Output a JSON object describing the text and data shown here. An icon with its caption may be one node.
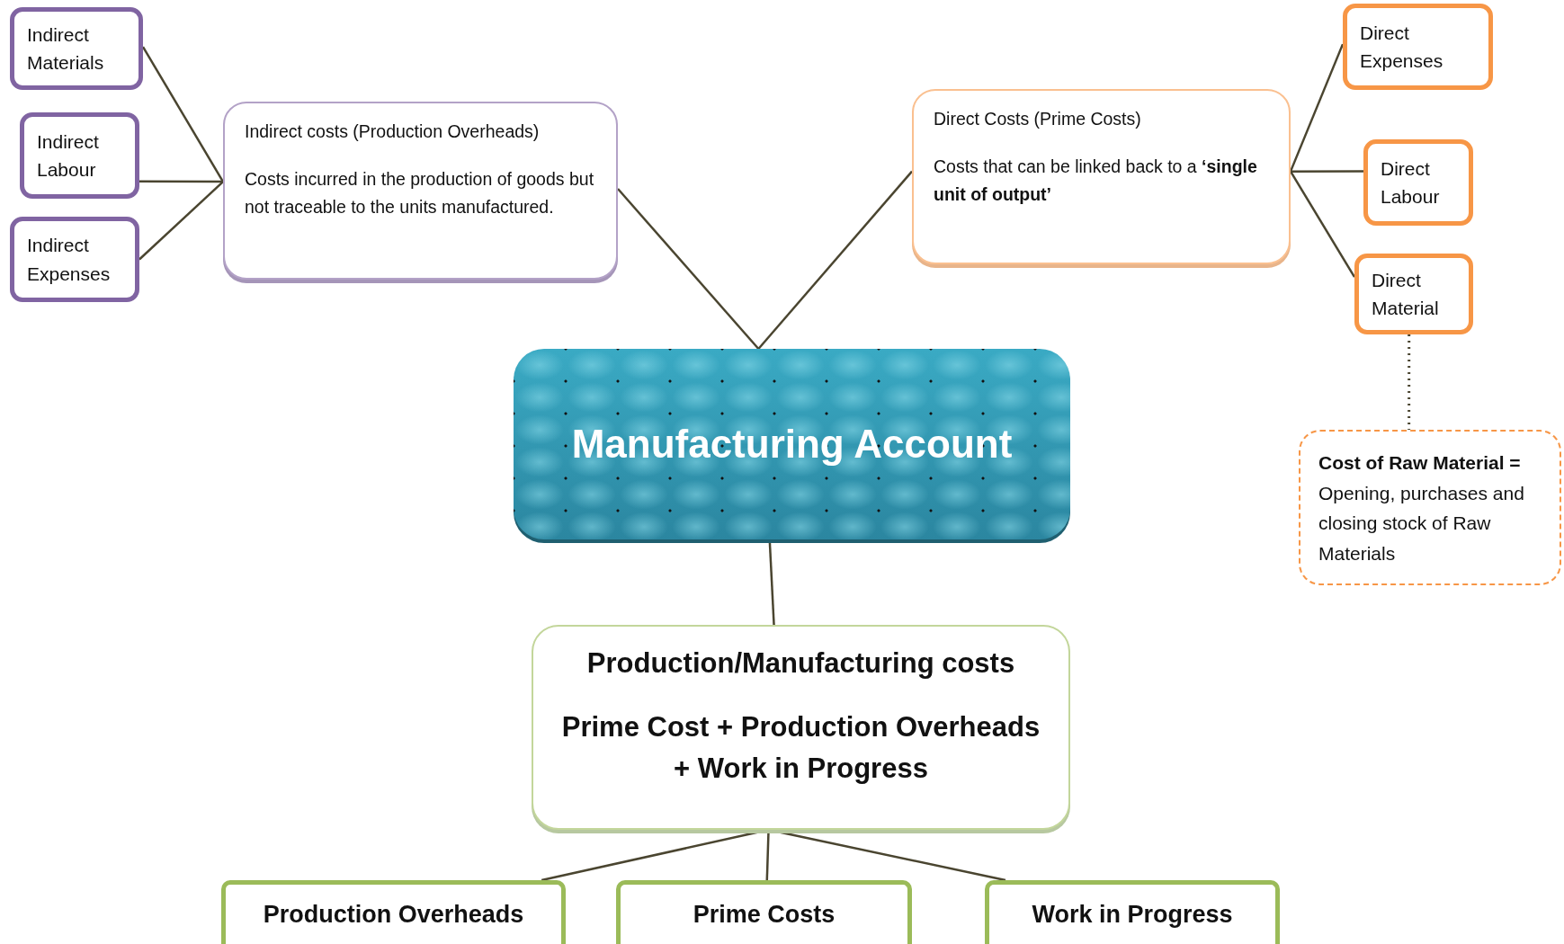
{
  "diagram": {
    "nodes": [
      {
        "text": [
          "Indirect Materials"
        ]
      },
      {
        "text": [
          "Indirect Labour"
        ]
      },
      {
        "text": [
          "Indirect Expenses"
        ]
      },
      {
        "text": [
          "Indirect costs (Production Overheads)",
          "Costs incurred in the production of goods but not traceable to the units manufactured."
        ]
      },
      {
        "text": [
          "Direct Costs (Prime Costs)",
          "Costs that can be linked back to a **‘single unit of output’**"
        ]
      },
      {
        "text": [
          "Direct Expenses"
        ]
      },
      {
        "text": [
          "Direct Labour"
        ]
      },
      {
        "text": [
          "Direct Material"
        ]
      },
      {
        "text": [
          "**Cost of Raw Material =** Opening, purchases and closing stock of Raw Materials"
        ]
      },
      {
        "text": [
          "Manufacturing Account"
        ]
      },
      {
        "text": [
          "Production/Manufacturing costs",
          "Prime Cost + Production Overheads + Work in Progress"
        ]
      },
      {
        "text": [
          "Production Overheads"
        ]
      },
      {
        "text": [
          "Prime Costs"
        ]
      },
      {
        "text": [
          "Work in Progress"
        ]
      }
    ],
    "edges": [
      {
        "from": 0,
        "to": 3,
        "arrow": "none"
      },
      {
        "from": 1,
        "to": 3,
        "arrow": "none"
      },
      {
        "from": 2,
        "to": 3,
        "arrow": "none"
      },
      {
        "from": 3,
        "to": 9,
        "arrow": "none"
      },
      {
        "from": 4,
        "to": 9,
        "arrow": "none"
      },
      {
        "from": 4,
        "to": 5,
        "arrow": "none"
      },
      {
        "from": 4,
        "to": 6,
        "arrow": "none"
      },
      {
        "from": 4,
        "to": 7,
        "arrow": "none"
      },
      {
        "from": 7,
        "to": 8,
        "arrow": "none",
        "style": "dashed"
      },
      {
        "from": 9,
        "to": 10,
        "arrow": "none"
      },
      {
        "from": 10,
        "to": 11,
        "arrow": "none"
      },
      {
        "from": 10,
        "to": 12,
        "arrow": "none"
      },
      {
        "from": 10,
        "to": 13,
        "arrow": "none"
      }
    ]
  }
}
